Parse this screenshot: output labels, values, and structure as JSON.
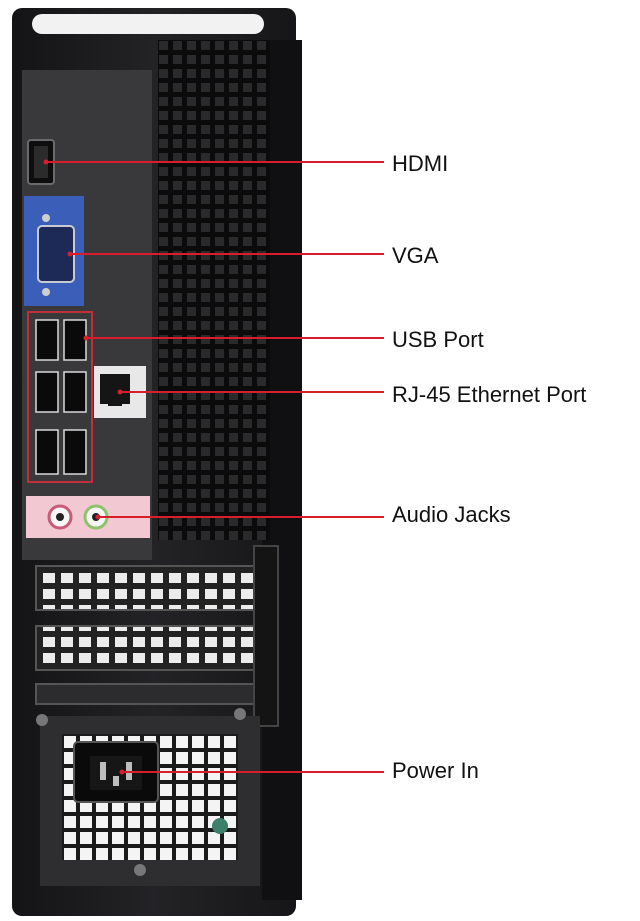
{
  "colors": {
    "callout_line": "#d81e2a",
    "chassis": "#1c1c1e",
    "io_panel_blue": "#3b5fb8",
    "audio_panel_pink": "#f2c9d2",
    "usb_outline": "#c0303a"
  },
  "callouts": [
    {
      "label": "HDMI"
    },
    {
      "label": "VGA"
    },
    {
      "label": "USB Port"
    },
    {
      "label": "RJ-45 Ethernet Port"
    },
    {
      "label": "Audio Jacks"
    },
    {
      "label": "Power In"
    }
  ],
  "icons": {
    "hdmi_port": "hdmi-port-icon",
    "vga_port": "vga-port-icon",
    "usb_port": "usb-port-icon",
    "ethernet_port": "ethernet-port-icon",
    "audio_jack": "audio-jack-icon",
    "power_inlet": "power-inlet-icon"
  }
}
